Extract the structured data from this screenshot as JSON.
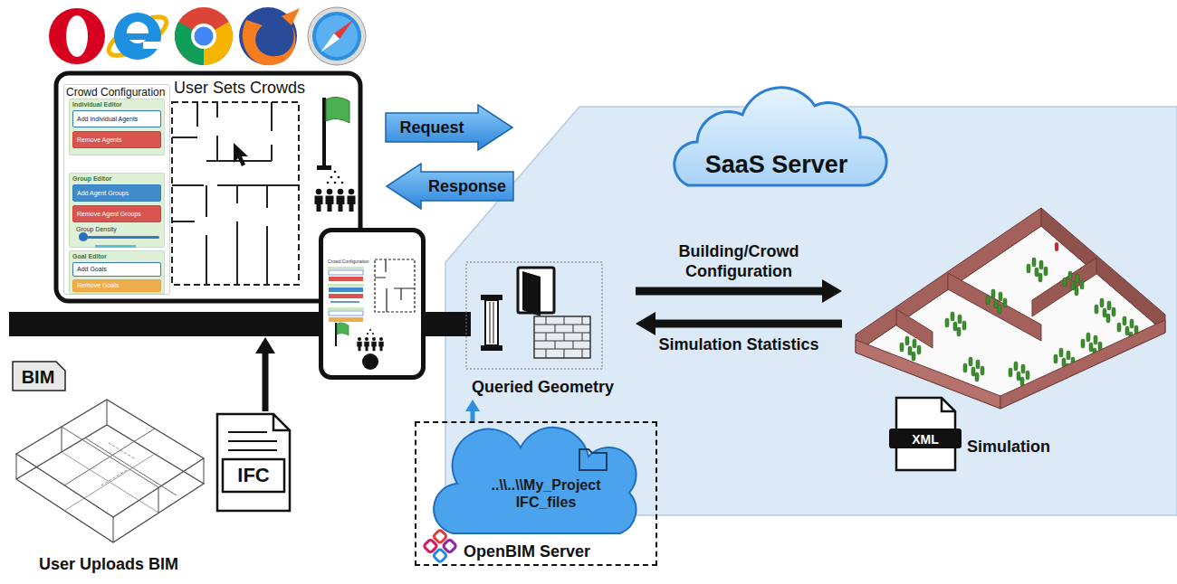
{
  "diagram": {
    "nodes": [
      {
        "text": [
          "User Sets Crowds"
        ]
      },
      {
        "text": [
          "Crowd Configuration"
        ],
        "in": 0
      },
      {
        "text": [
          "Individual Editor"
        ],
        "in": 1
      },
      {
        "text": [
          "Add Individual Agents"
        ],
        "in": 2
      },
      {
        "text": [
          "Remove Agents"
        ],
        "in": 2
      },
      {
        "text": [
          "Group Editor",
          "Group Density"
        ],
        "in": 1
      },
      {
        "text": [
          "Add Agent Groups"
        ],
        "in": 5
      },
      {
        "text": [
          "Remove Agent Groups"
        ],
        "in": 5
      },
      {
        "text": [
          "Goal Editor"
        ],
        "in": 1
      },
      {
        "text": [
          "Add Goals"
        ],
        "in": 8
      },
      {
        "text": [
          "Remove Goals"
        ],
        "in": 8
      },
      {
        "text": [
          "Request"
        ]
      },
      {
        "text": [
          "Response"
        ]
      },
      {
        "text": [
          "Crowd Configuration"
        ]
      },
      {
        "text": [
          "SaaS Server"
        ]
      },
      {
        "text": [
          "Queried Geometry"
        ],
        "in": 14
      },
      {
        "text": [
          "XML",
          "Simulation"
        ],
        "in": 14
      },
      {
        "text": [
          "BIM",
          "User Uploads BIM"
        ]
      },
      {
        "text": [
          "IFC"
        ]
      },
      {
        "text": [
          "..\\\\..\\\\My_Project IFC_files",
          "OpenBIM Server"
        ]
      }
    ],
    "edges": [
      {
        "from": 15,
        "to": 16,
        "label": "Building/Crowd Configuration",
        "arrow": "to"
      },
      {
        "from": 16,
        "to": 15,
        "label": "Simulation Statistics",
        "arrow": "to"
      },
      {
        "from": 19,
        "to": 15,
        "arrow": "to"
      },
      {
        "from": 18,
        "to": 0,
        "arrow": "to"
      }
    ]
  }
}
